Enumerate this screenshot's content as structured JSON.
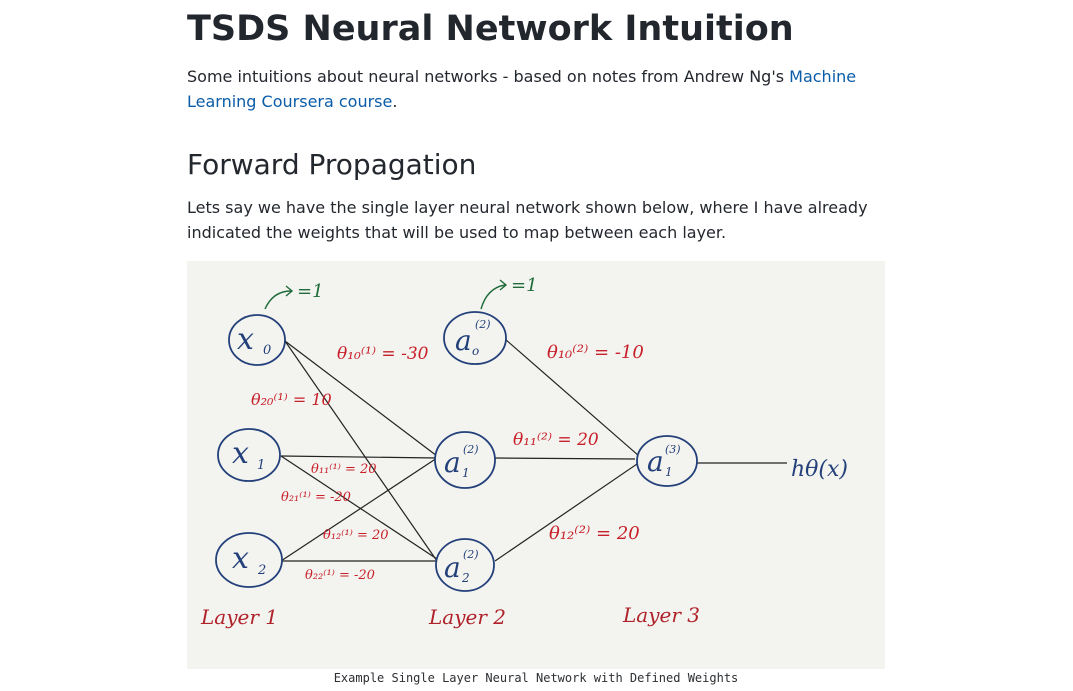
{
  "page": {
    "title": "TSDS Neural Network Intuition",
    "intro_text": "Some intuitions about neural networks - based on notes from Andrew Ng's ",
    "intro_link": "Machine Learning Coursera course",
    "intro_end": ".",
    "section_heading": "Forward Propagation",
    "paragraph": "Lets say we have the single layer neural network shown below, where I have already indicated the weights that will be used to map between each layer.",
    "caption": "Example Single Layer Neural Network with Defined Weights"
  },
  "diagram": {
    "bias_note_1": "=1",
    "bias_note_2": "=1",
    "nodes": {
      "x0": "x",
      "x0_sub": "0",
      "x1": "x",
      "x1_sub": "1",
      "x2": "x",
      "x2_sub": "2",
      "a0": "a",
      "a0_sub": "o",
      "a0_sup": "(2)",
      "a1": "a",
      "a1_sub": "1",
      "a1_sup": "(2)",
      "a2": "a",
      "a2_sub": "2",
      "a2_sup": "(2)",
      "a3": "a",
      "a3_sub": "1",
      "a3_sup": "(3)"
    },
    "weights": {
      "w10_1": "θ₁₀⁽¹⁾ = -30",
      "w20_1": "θ₂₀⁽¹⁾ = 10",
      "w11_1": "θ₁₁⁽¹⁾ = 20",
      "w21_1": "θ₂₁⁽¹⁾ = -20",
      "w12_1": "θ₁₂⁽¹⁾ = 20",
      "w22_1": "θ₂₂⁽¹⁾ = -20",
      "w10_2": "θ₁₀⁽²⁾ = -10",
      "w11_2": "θ₁₁⁽²⁾ = 20",
      "w12_2": "θ₁₂⁽²⁾ = 20"
    },
    "output_label": "hθ(x)",
    "layer1": "Layer 1",
    "layer2": "Layer 2",
    "layer3": "Layer 3",
    "colors": {
      "node": "#23407a",
      "weight": "#c8202a",
      "bias": "#1f6b3a",
      "edge": "#222222",
      "layer": "#b0222a"
    }
  }
}
